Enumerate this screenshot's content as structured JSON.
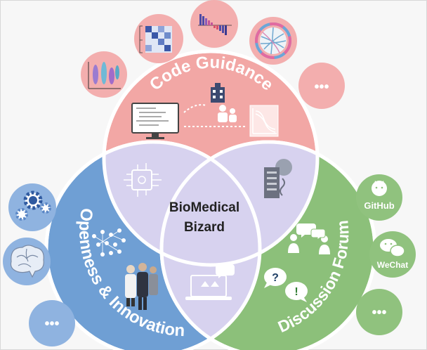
{
  "center": {
    "line1": "BioMedical",
    "line2": "Bizard"
  },
  "circles": {
    "code": {
      "label": "Code Guidance"
    },
    "open": {
      "label": "Openness & Innovation"
    },
    "forum": {
      "label": "Discussion Forum"
    }
  },
  "bubbles": {
    "code_more": "•••",
    "open_more": "•••",
    "forum_github": "GitHub",
    "forum_wechat": "WeChat",
    "forum_more": "•••"
  },
  "colors": {
    "code": "#f2a7a5",
    "open": "#6f9fd4",
    "forum": "#8cc07a",
    "overlap": "#d7d2ef",
    "bubble_code": "#f3aeae",
    "bubble_open": "#8fb3e0",
    "bubble_forum": "#90c27e"
  },
  "icons": {
    "code_bubbles": [
      "violin-plot-icon",
      "heatmap-icon",
      "bar-chart-icon",
      "chord-diagram-icon"
    ],
    "open_bubbles": [
      "gears-icon",
      "brain-icon"
    ],
    "forum_bubbles": [
      "github-icon",
      "wechat-icon"
    ]
  }
}
